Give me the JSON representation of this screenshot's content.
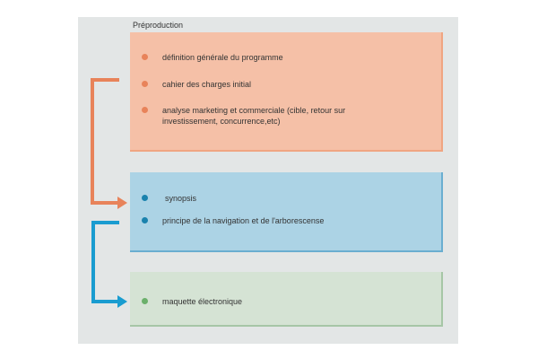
{
  "diagram": {
    "title": "Préproduction",
    "stages": [
      {
        "color": "#f5c0a7",
        "bullet_color": "#e8835a",
        "items": [
          "définition générale du programme",
          "cahier des charges initial",
          "analyse marketing et commerciale (cible, retour sur",
          "investissement, concurrence,etc)"
        ]
      },
      {
        "color": "#acd3e5",
        "bullet_color": "#1a82ad",
        "items": [
          "synopsis",
          "principe de la navigation et de l'arborescense"
        ]
      },
      {
        "color": "#d5e3d4",
        "bullet_color": "#6bb06b",
        "items": [
          "maquette électronique"
        ]
      }
    ],
    "connectors": [
      {
        "from_stage": 1,
        "to_stage": 2,
        "color": "#e8835a"
      },
      {
        "from_stage": 2,
        "to_stage": 3,
        "color": "#1a9cd0"
      }
    ]
  }
}
